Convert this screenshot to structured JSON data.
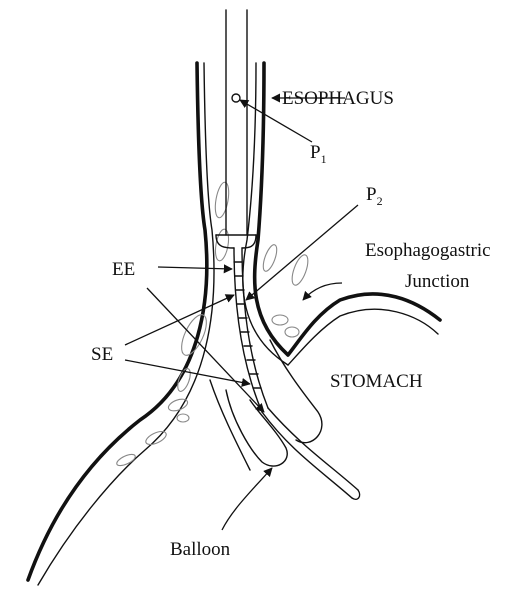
{
  "labels": {
    "esophagus": "ESOPHAGUS",
    "p1_letter": "P",
    "p1_sub": "1",
    "p2_letter": "P",
    "p2_sub": "2",
    "ee": "EE",
    "ej_line1": "Esophagogastric",
    "ej_line2": "Junction",
    "se": "SE",
    "stomach": "STOMACH",
    "balloon": "Balloon"
  }
}
